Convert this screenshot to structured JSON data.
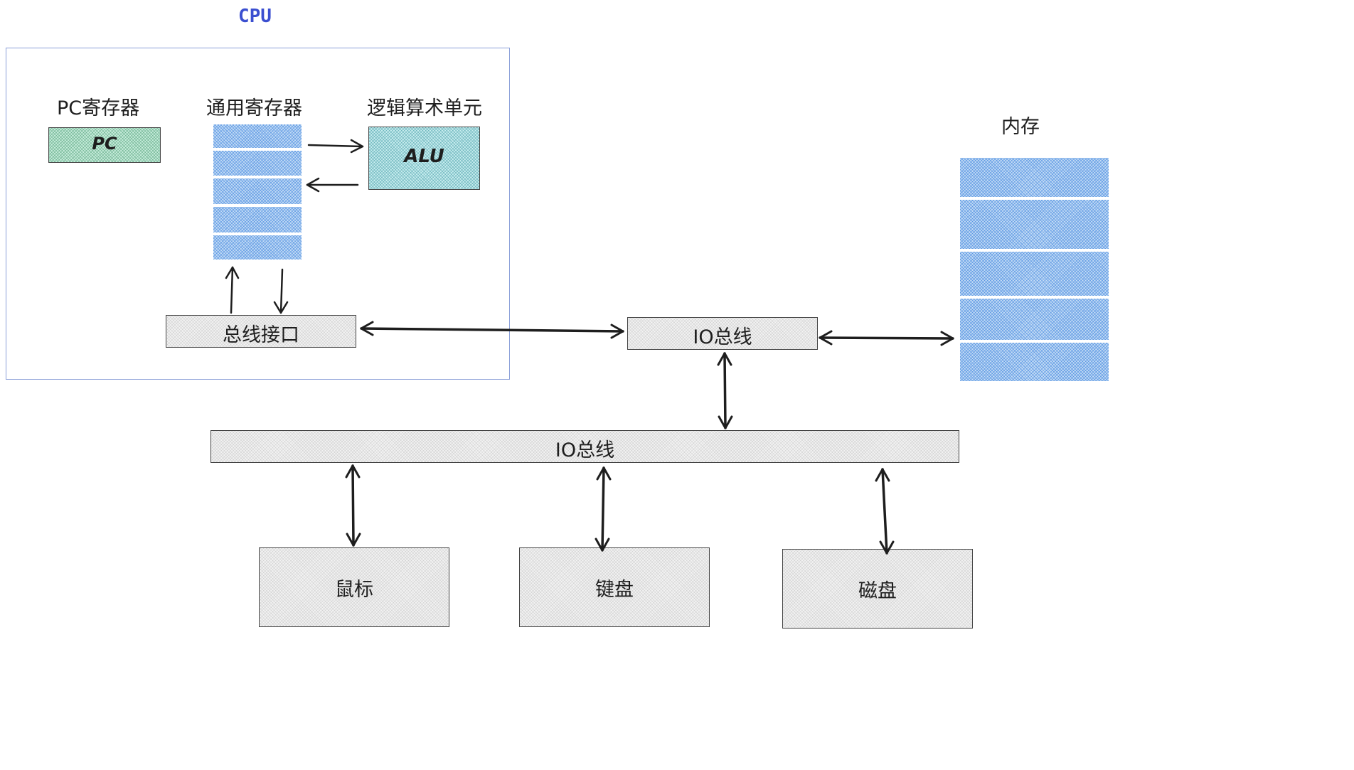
{
  "colors": {
    "cpu_title": "#3b4fd0",
    "cpu_frame": "#8a9fd8",
    "pc_fill": "#c8eedd",
    "alu_fill": "#c9eef0",
    "register_fill": "#c4dcf6",
    "bus_fill": "#f3f3f3",
    "stroke": "#1e1e1e"
  },
  "cpu": {
    "title": "CPU"
  },
  "pc": {
    "section_label": "PC寄存器",
    "box_label": "PC"
  },
  "registers": {
    "section_label": "通用寄存器",
    "cell_count": 5
  },
  "alu": {
    "section_label": "逻辑算术单元",
    "box_label": "ALU"
  },
  "bus_interface": {
    "label": "总线接口"
  },
  "io_bus_upper": {
    "label": "IO总线"
  },
  "io_bus_main": {
    "label": "IO总线"
  },
  "memory": {
    "label": "内存",
    "cell_count": 5
  },
  "devices": {
    "mouse": "鼠标",
    "keyboard": "键盘",
    "disk": "磁盘"
  },
  "arrows": [
    {
      "from": "general-registers",
      "to": "alu",
      "direction": "one-way"
    },
    {
      "from": "alu",
      "to": "general-registers",
      "direction": "one-way"
    },
    {
      "from": "bus-interface",
      "to": "general-registers",
      "direction": "one-way"
    },
    {
      "from": "general-registers",
      "to": "bus-interface",
      "direction": "one-way"
    },
    {
      "from": "bus-interface",
      "to": "io-bus-upper",
      "direction": "two-way"
    },
    {
      "from": "io-bus-upper",
      "to": "memory",
      "direction": "two-way"
    },
    {
      "from": "io-bus-upper",
      "to": "io-bus-main",
      "direction": "two-way"
    },
    {
      "from": "io-bus-main",
      "to": "mouse",
      "direction": "two-way"
    },
    {
      "from": "io-bus-main",
      "to": "keyboard",
      "direction": "two-way"
    },
    {
      "from": "io-bus-main",
      "to": "disk",
      "direction": "two-way"
    }
  ]
}
